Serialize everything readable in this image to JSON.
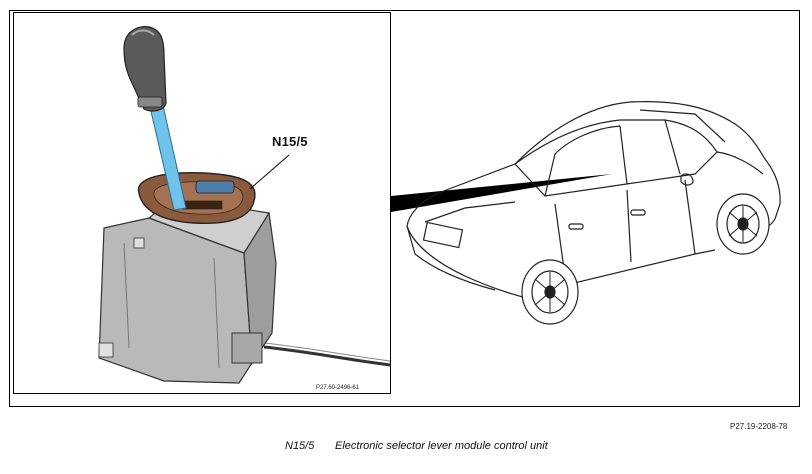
{
  "inset": {
    "label": "N15/5",
    "code": "P27.60-2496-61"
  },
  "figure": {
    "code": "P27.19-2208-78"
  },
  "legend": {
    "ref": "N15/5",
    "description": "Electronic selector lever module control unit"
  },
  "colors": {
    "highlight_blue": "#6fc3ea",
    "cover_brown": "#8a5a3c",
    "module_gray": "#b9b9b9",
    "knob_dark": "#555555"
  }
}
